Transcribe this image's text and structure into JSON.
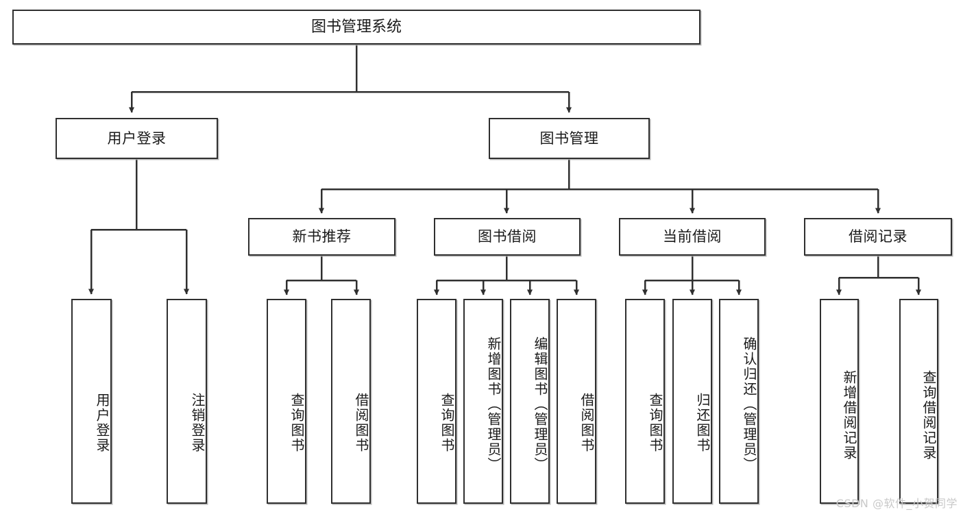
{
  "diagram": {
    "title": "图书管理系统",
    "watermark": "CSDN @软件_小贺同学",
    "nodes": {
      "root": "图书管理系统",
      "user_login": "用户登录",
      "book_manage": "图书管理",
      "new_book_rec": "新书推荐",
      "book_borrow": "图书借阅",
      "current_borrow": "当前借阅",
      "borrow_record": "借阅记录",
      "leaf_user_login": "用户登录",
      "leaf_user_logout": "注销登录",
      "leaf_query_book_1": "查询图书",
      "leaf_borrow_book_1": "借阅图书",
      "leaf_query_book_2": "查询图书",
      "leaf_add_book_admin": "新增图书（管理员）",
      "leaf_edit_book_admin": "编辑图书（管理员）",
      "leaf_borrow_book_2": "借阅图书",
      "leaf_query_book_3": "查询图书",
      "leaf_return_book": "归还图书",
      "leaf_confirm_return_admin": "确认归还（管理员）",
      "leaf_add_record": "新增借阅记录",
      "leaf_query_record": "查询借阅记录"
    },
    "colors": {
      "stroke": "#2f2f2f",
      "fill": "#ffffff",
      "text": "#1a1a1a",
      "watermark": "#c9c9c9"
    }
  }
}
